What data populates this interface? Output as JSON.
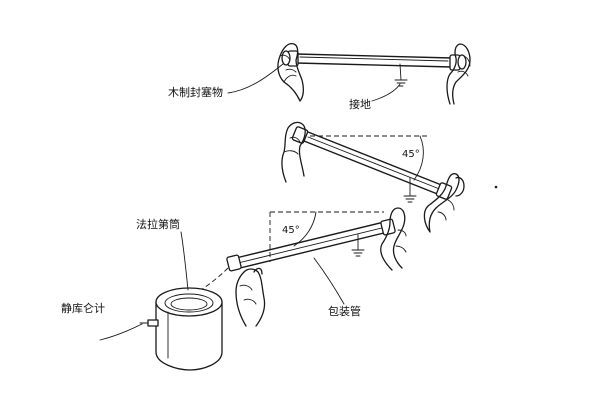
{
  "labels": {
    "wood_seal": "木制封塞物",
    "grounding": "接地",
    "pull_tube": "法拉第筒",
    "electrometer": "静库仑计",
    "packaging_tube": "包装管"
  },
  "angles": {
    "middle": "45°",
    "bottom": "45°"
  }
}
